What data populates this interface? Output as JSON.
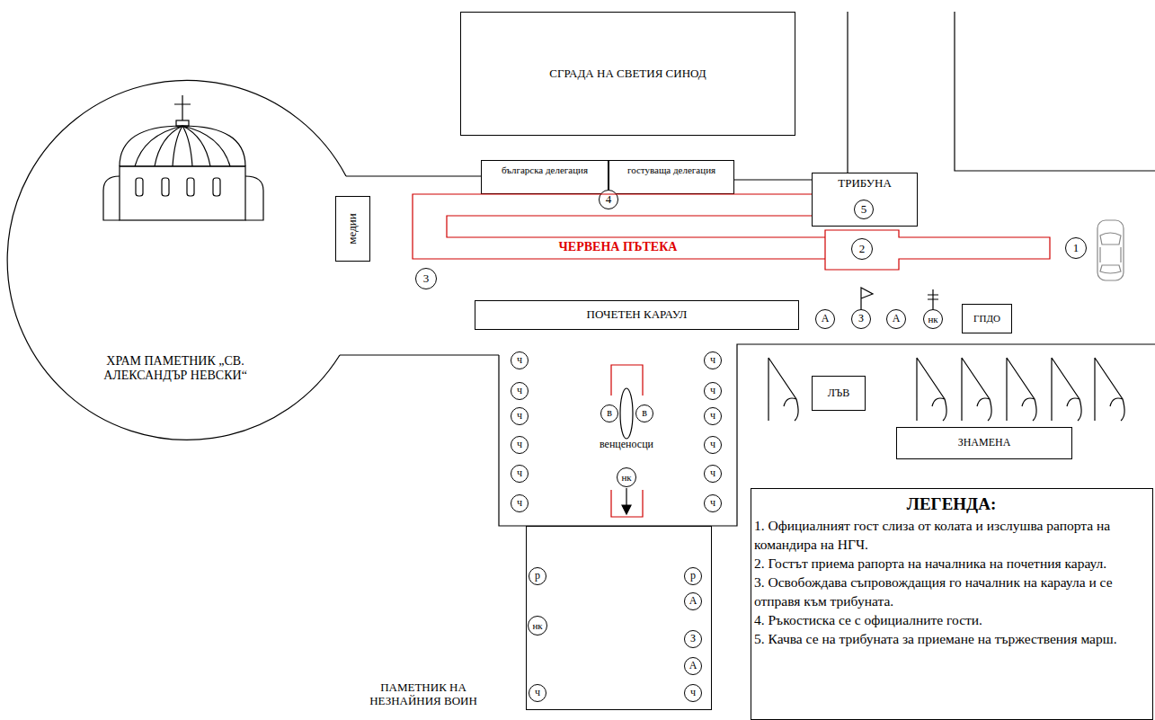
{
  "diagram": {
    "nodes": [
      {
        "text": [
          "СГРАДА НА СВЕТИЯ СИНОД"
        ]
      },
      {
        "text": [
          "ХРАМ ПАМЕТНИК „СВ. АЛЕКСАНДЪР НЕВСКИ“"
        ]
      },
      {
        "text": [
          "медии"
        ]
      },
      {
        "text": [
          "българска делегация"
        ]
      },
      {
        "text": [
          "гостуваща делегация"
        ]
      },
      {
        "text": [
          "4"
        ]
      },
      {
        "text": [
          "ТРИБУНА"
        ]
      },
      {
        "text": [
          "5"
        ],
        "in": 6
      },
      {
        "text": [
          "ЧЕРВЕНА ПЪТЕКА"
        ]
      },
      {
        "text": [
          "2"
        ],
        "in": 8
      },
      {
        "text": [
          "1"
        ]
      },
      {
        "text": [
          "3"
        ]
      },
      {
        "text": [
          "ПОЧЕТЕН КАРАУЛ"
        ]
      },
      {
        "text": [
          "А"
        ]
      },
      {
        "text": [
          "З"
        ]
      },
      {
        "text": [
          "А"
        ]
      },
      {
        "text": [
          "нк"
        ]
      },
      {
        "text": [
          "ГПДО"
        ]
      },
      {
        "text": [
          "венценосци"
        ]
      },
      {
        "text": [
          "ч"
        ],
        "in": 18
      },
      {
        "text": [
          "ч"
        ],
        "in": 18
      },
      {
        "text": [
          "ч"
        ],
        "in": 18
      },
      {
        "text": [
          "ч"
        ],
        "in": 18
      },
      {
        "text": [
          "ч"
        ],
        "in": 18
      },
      {
        "text": [
          "ч"
        ],
        "in": 18
      },
      {
        "text": [
          "в"
        ],
        "in": 18
      },
      {
        "text": [
          "в"
        ],
        "in": 18
      },
      {
        "text": [
          "нк"
        ],
        "in": 18
      },
      {
        "text": [
          "ч"
        ],
        "in": 18
      },
      {
        "text": [
          "ч"
        ],
        "in": 18
      },
      {
        "text": [
          "ч"
        ],
        "in": 18
      },
      {
        "text": [
          "ч"
        ],
        "in": 18
      },
      {
        "text": [
          "ч"
        ],
        "in": 18
      },
      {
        "text": [
          "ч"
        ],
        "in": 18
      },
      {
        "text": [
          "ПАМЕТНИК НА НЕЗНАЙНИЯ ВОИН"
        ]
      },
      {
        "text": [
          "р"
        ],
        "in": 34
      },
      {
        "text": [
          "нк"
        ],
        "in": 34
      },
      {
        "text": [
          "ч"
        ],
        "in": 34
      },
      {
        "text": [
          "р"
        ],
        "in": 34
      },
      {
        "text": [
          "А"
        ],
        "in": 34
      },
      {
        "text": [
          "З"
        ],
        "in": 34
      },
      {
        "text": [
          "А"
        ],
        "in": 34
      },
      {
        "text": [
          "ч"
        ],
        "in": 34
      },
      {
        "text": [
          "ЛЪВ"
        ]
      },
      {
        "text": [
          "ЗНАМЕНА"
        ]
      }
    ],
    "labels": [
      "ЛЕГЕНДА:"
    ],
    "legend": [
      {
        "text": "1. Официалният гост слиза от колата и изслушва рапорта на командира на НГЧ."
      },
      {
        "text": "2. Гостът приема рапорта на началника на почетния караул."
      },
      {
        "text": "3. Освобождава съпровождащия го началник на караула и се отправя към трибуната."
      },
      {
        "text": "4. Ръкостиска се с официалните гости."
      },
      {
        "text": "5. Качва се на трибуната за приемане на тържествения марш."
      }
    ]
  }
}
